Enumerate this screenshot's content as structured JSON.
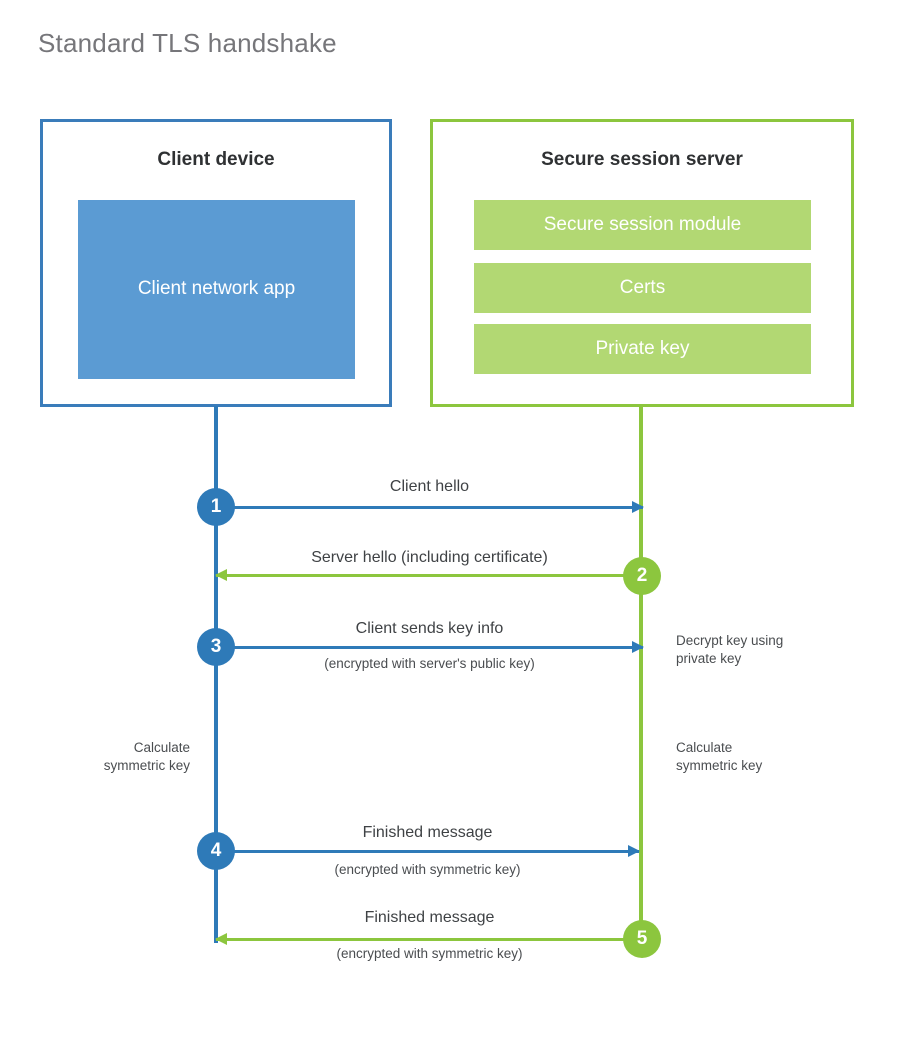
{
  "title": "Standard TLS handshake",
  "colors": {
    "client_accent": "#2e7ab8",
    "client_border": "#3a7cba",
    "client_fill": "#5b9bd3",
    "server_accent": "#8cc63e",
    "server_fill": "#b2d873",
    "title_text": "#76767a"
  },
  "client": {
    "title": "Client device",
    "app_label": "Client network app"
  },
  "server": {
    "title": "Secure session server",
    "modules": [
      {
        "label": "Secure session module"
      },
      {
        "label": "Certs"
      },
      {
        "label": "Private key"
      }
    ]
  },
  "steps": [
    {
      "number": "1",
      "label": "Client hello",
      "sub": "",
      "direction": "client-to-server",
      "color": "blue"
    },
    {
      "number": "2",
      "label": "Server hello (including certificate)",
      "sub": "",
      "direction": "server-to-client",
      "color": "green"
    },
    {
      "number": "3",
      "label": "Client sends key info",
      "sub": "(encrypted with server's public key)",
      "direction": "client-to-server",
      "color": "blue"
    },
    {
      "number": "4",
      "label": "Finished message",
      "sub": "(encrypted with symmetric key)",
      "direction": "client-to-server",
      "color": "blue"
    },
    {
      "number": "5",
      "label": "Finished message",
      "sub": "(encrypted with symmetric key)",
      "direction": "server-to-client",
      "color": "green"
    }
  ],
  "notes": {
    "decrypt_key": "Decrypt key using\nprivate key",
    "calculate_symmetric_key_client": "Calculate\nsymmetric key",
    "calculate_symmetric_key_server": "Calculate\nsymmetric key"
  }
}
